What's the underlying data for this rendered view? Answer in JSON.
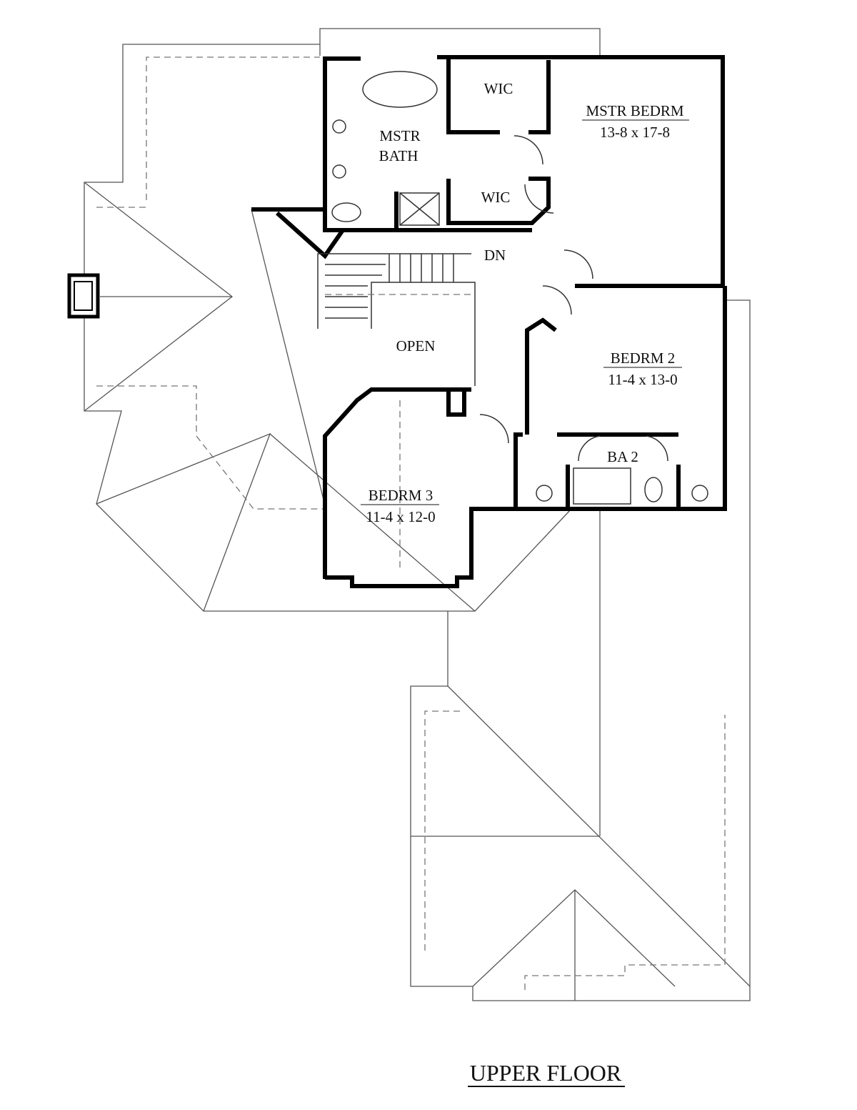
{
  "title": "UPPER FLOOR",
  "rooms": {
    "wic_1": {
      "name": "WIC"
    },
    "wic_2": {
      "name": "WIC"
    },
    "master_bedroom": {
      "name": "MSTR BEDRM",
      "size": "13-8 x 17-8"
    },
    "master_bath": {
      "line1": "MSTR",
      "line2": "BATH"
    },
    "stairs": {
      "label": "DN"
    },
    "open": {
      "name": "OPEN"
    },
    "bedroom_2": {
      "name": "BEDRM 2",
      "size": "11-4 x 13-0"
    },
    "bath_2": {
      "name": "BA 2"
    },
    "bedroom_3": {
      "name": "BEDRM 3",
      "size": "11-4 x 12-0"
    }
  }
}
